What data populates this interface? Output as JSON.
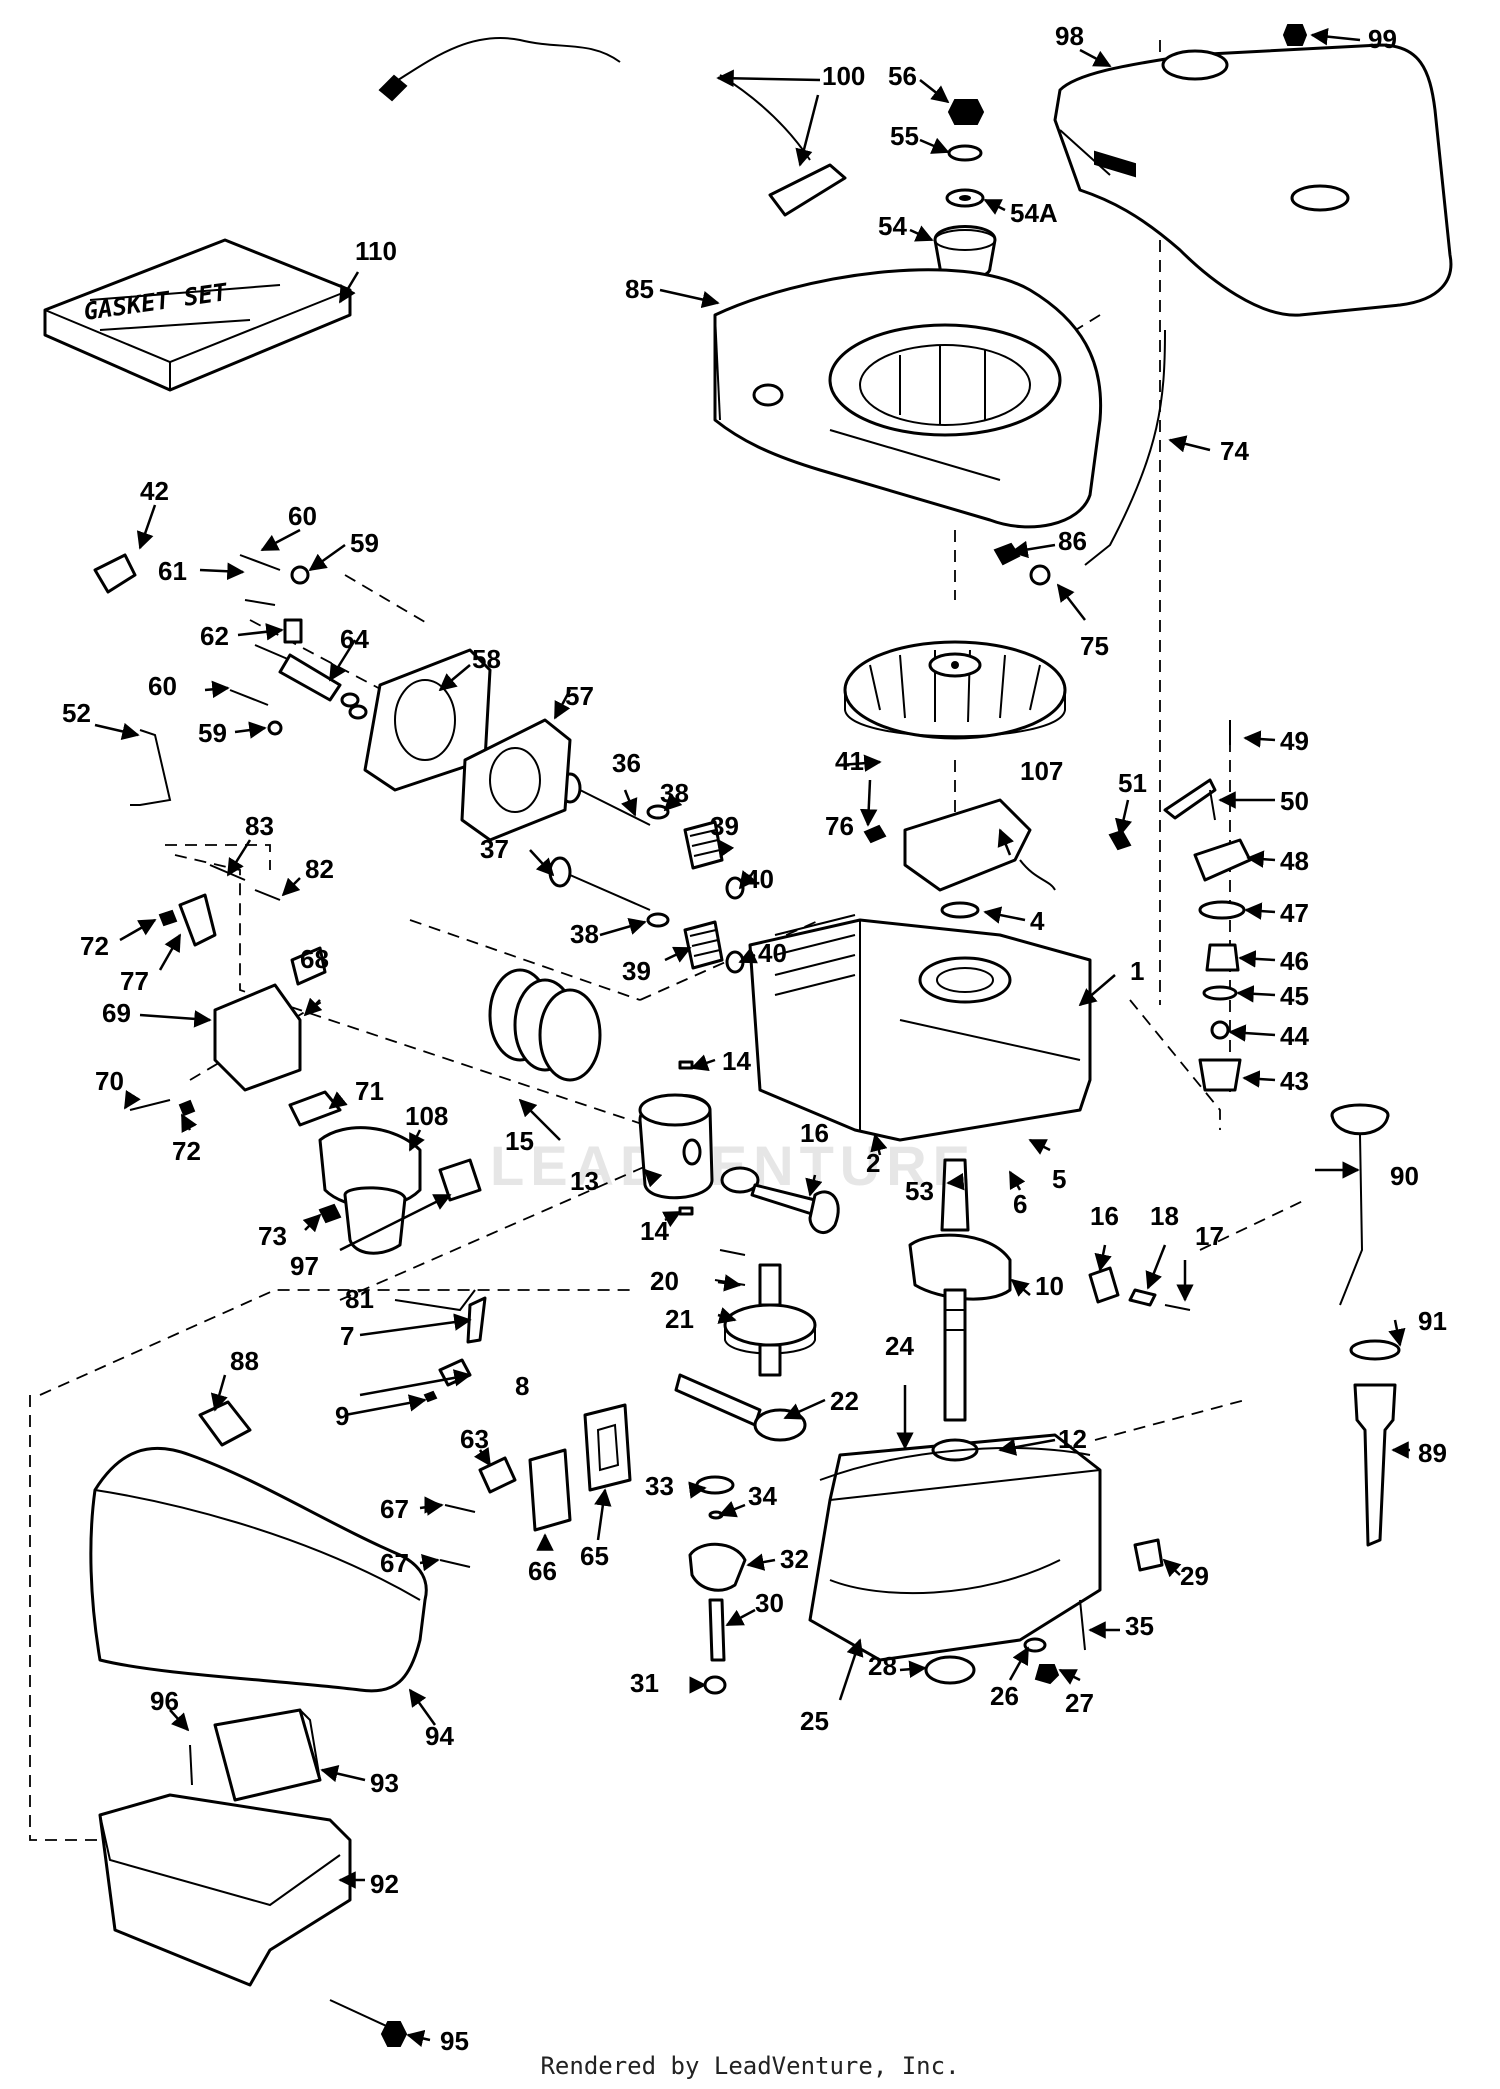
{
  "diagram": {
    "callouts": [
      "1",
      "2",
      "4",
      "5",
      "6",
      "7",
      "8",
      "9",
      "10",
      "12",
      "13",
      "14",
      "14",
      "15",
      "16",
      "16",
      "17",
      "18",
      "20",
      "21",
      "22",
      "24",
      "25",
      "26",
      "27",
      "28",
      "29",
      "30",
      "31",
      "32",
      "33",
      "34",
      "35",
      "36",
      "37",
      "38",
      "38",
      "39",
      "39",
      "40",
      "40",
      "41",
      "42",
      "43",
      "44",
      "45",
      "46",
      "47",
      "48",
      "49",
      "50",
      "51",
      "52",
      "53",
      "54",
      "54A",
      "55",
      "56",
      "57",
      "58",
      "59",
      "59",
      "60",
      "60",
      "61",
      "62",
      "63",
      "64",
      "65",
      "66",
      "67",
      "67",
      "68",
      "69",
      "70",
      "71",
      "72",
      "72",
      "73",
      "74",
      "75",
      "76",
      "77",
      "81",
      "82",
      "83",
      "85",
      "86",
      "88",
      "89",
      "90",
      "91",
      "92",
      "93",
      "94",
      "95",
      "96",
      "97",
      "98",
      "99",
      "100",
      "107",
      "108",
      "110"
    ],
    "gasket_set_label": "GASKET SET",
    "watermark": "LEADVENTURE"
  },
  "footer": {
    "credit": "Rendered by LeadVenture, Inc."
  }
}
